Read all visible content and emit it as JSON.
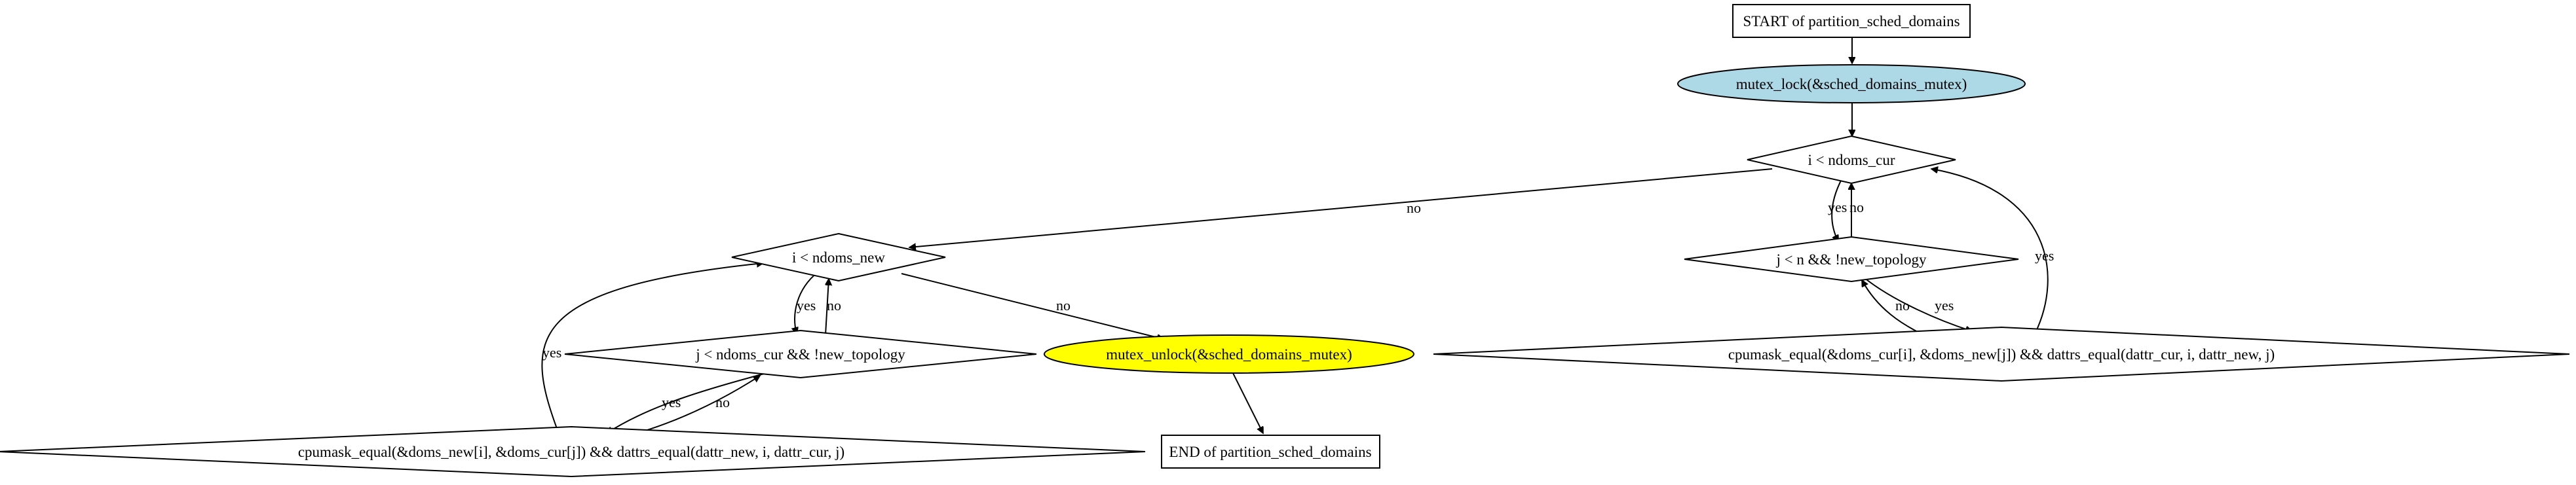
{
  "diagram": {
    "nodes": {
      "start": "START of partition_sched_domains",
      "lock": "mutex_lock(&sched_domains_mutex)",
      "loop_i_cur": "i < ndoms_cur",
      "loop_j_n": "j < n && !new_topology",
      "cmp_cur_new": "cpumask_equal(&doms_cur[i], &doms_new[j]) && dattrs_equal(dattr_cur, i, dattr_new, j)",
      "loop_i_new": "i < ndoms_new",
      "loop_j_cur": "j < ndoms_cur && !new_topology",
      "cmp_new_cur": "cpumask_equal(&doms_new[i], &doms_cur[j]) && dattrs_equal(dattr_new, i, dattr_cur, j)",
      "unlock": "mutex_unlock(&sched_domains_mutex)",
      "end": "END of partition_sched_domains"
    },
    "edges": {
      "yes": "yes",
      "no": "no"
    },
    "colors": {
      "lock_fill": "#add8e6",
      "unlock_fill": "#ffff00",
      "line": "#000000"
    }
  }
}
